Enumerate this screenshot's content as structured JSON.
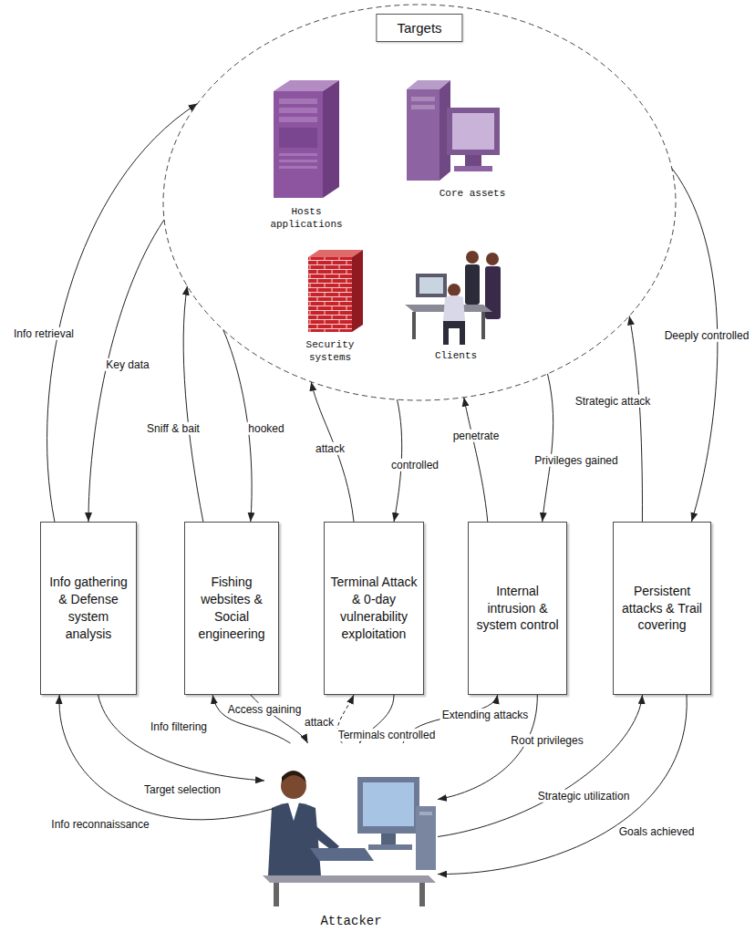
{
  "diagram": {
    "nodes": [
      {
        "text": [
          "Targets"
        ]
      },
      {
        "text": [
          "Info gathering & Defense system analysis"
        ]
      },
      {
        "text": [
          "Fishing websites & Social engineering"
        ]
      },
      {
        "text": [
          "Terminal Attack & 0-day vulnerability exploitation"
        ]
      },
      {
        "text": [
          "Internal intrusion & system control"
        ]
      },
      {
        "text": [
          "Persistent attacks & Trail covering"
        ]
      },
      {
        "text": [
          "Attacker"
        ]
      }
    ],
    "edges": [
      {
        "from": 1,
        "to": 0,
        "label": "Info retrieval",
        "arrow": "to"
      },
      {
        "from": 0,
        "to": 1,
        "label": "Key data",
        "arrow": "to"
      },
      {
        "from": 2,
        "to": 0,
        "label": "Sniff & bait",
        "arrow": "to"
      },
      {
        "from": 0,
        "to": 2,
        "label": "hooked",
        "arrow": "to"
      },
      {
        "from": 3,
        "to": 0,
        "label": "attack",
        "arrow": "to"
      },
      {
        "from": 0,
        "to": 3,
        "label": "controlled",
        "arrow": "to"
      },
      {
        "from": 4,
        "to": 0,
        "label": "penetrate",
        "arrow": "to"
      },
      {
        "from": 0,
        "to": 4,
        "label": "Privileges gained",
        "arrow": "to"
      },
      {
        "from": 5,
        "to": 0,
        "label": "Strategic attack",
        "arrow": "to"
      },
      {
        "from": 0,
        "to": 5,
        "label": "Deeply controlled",
        "arrow": "to"
      },
      {
        "from": 6,
        "to": 1,
        "label": "Info reconnaissance",
        "arrow": "to"
      },
      {
        "from": 1,
        "to": 6,
        "label": "Target selection",
        "arrow": "to"
      },
      {
        "from": 6,
        "to": 2,
        "label": "Info filtering",
        "arrow": "to"
      },
      {
        "from": 2,
        "to": 6,
        "label": "Access gaining",
        "arrow": "to"
      },
      {
        "from": 6,
        "to": 3,
        "label": "attack",
        "arrow": "to"
      },
      {
        "from": 3,
        "to": 6,
        "label": "Terminals controlled",
        "arrow": "to"
      },
      {
        "from": 6,
        "to": 4,
        "label": "Extending attacks",
        "arrow": "to"
      },
      {
        "from": 4,
        "to": 6,
        "label": "Root privileges",
        "arrow": "to"
      },
      {
        "from": 6,
        "to": 5,
        "label": "Strategic utilization",
        "arrow": "to"
      },
      {
        "from": 5,
        "to": 6,
        "label": "Goals achieved",
        "arrow": "to"
      }
    ],
    "labels": [
      "Hosts applications",
      "Core assets",
      "Security systems",
      "Clients"
    ]
  }
}
